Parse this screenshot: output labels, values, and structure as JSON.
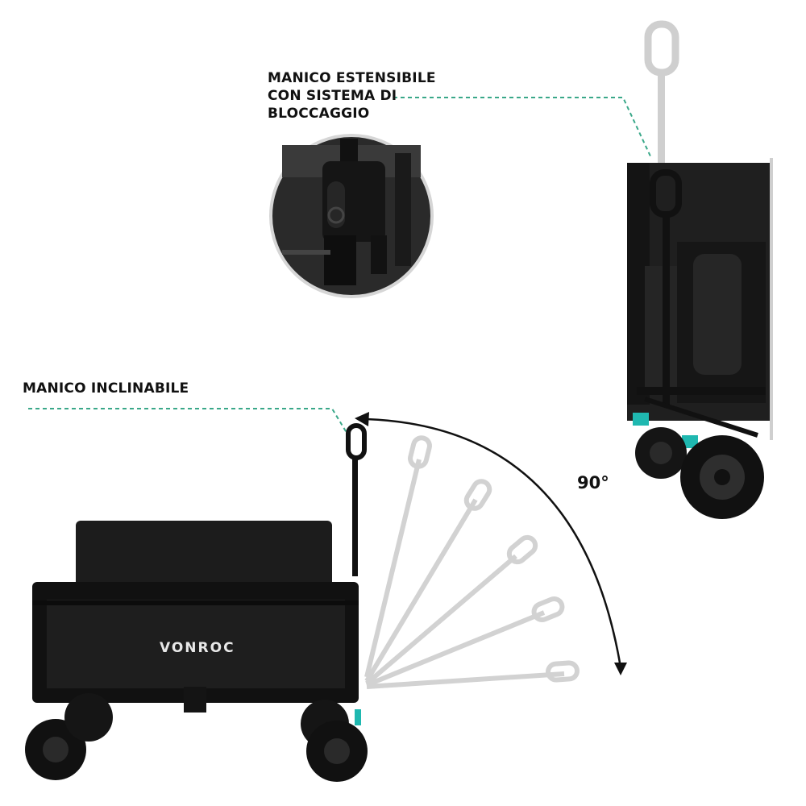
{
  "callouts": {
    "extensible_handle": {
      "line1": "MANICO ESTENSIBILE",
      "line2": "CON SISTEMA DI",
      "line3": "BLOCCAGGIO"
    },
    "tilt_handle": "MANICO INCLINABILE",
    "angle": "90°"
  },
  "product": {
    "brand": "VONROC"
  },
  "colors": {
    "fabric": "#1c1c1c",
    "frame": "#111111",
    "accent": "#1fb8b0",
    "dashed_line": "#3aa889",
    "ghost_handle": "#c8c8c8"
  },
  "icons": [
    "wagon-front-view",
    "wagon-side-view",
    "lock-button-closeup",
    "curved-arrow"
  ]
}
